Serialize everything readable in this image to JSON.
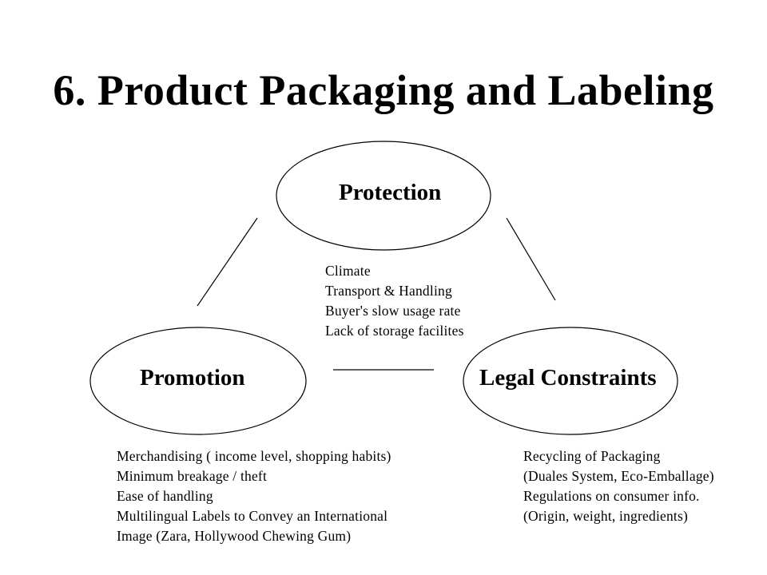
{
  "title": "6. Product Packaging and Labeling",
  "nodes": {
    "protection": "Protection",
    "promotion": "Promotion",
    "legal": "Legal Constraints"
  },
  "protection_factors": [
    "Climate",
    "Transport & Handling",
    "Buyer's slow usage rate",
    "Lack of storage facilites"
  ],
  "promotion_factors": [
    "Merchandising ( income level, shopping habits)",
    "Minimum breakage / theft",
    "Ease of handling",
    "Multilingual Labels to Convey an International",
    "Image (Zara, Hollywood Chewing Gum)"
  ],
  "legal_factors": [
    "Recycling of Packaging",
    "(Duales System, Eco-Emballage)",
    "Regulations on consumer info.",
    "(Origin, weight, ingredients)"
  ]
}
